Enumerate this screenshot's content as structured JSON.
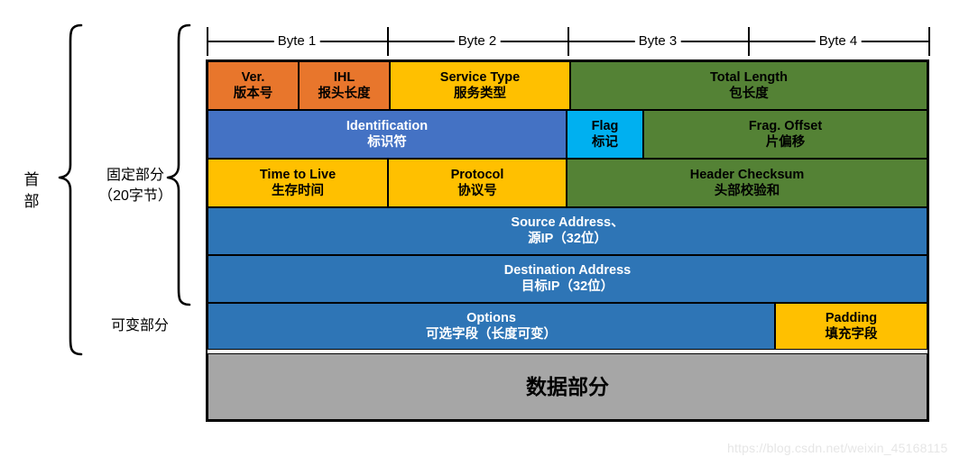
{
  "diagram": {
    "title_labels": {
      "header": "首\n部",
      "fixed_part": "固定部分\n（20字节）",
      "variable_part": "可变部分"
    },
    "ruler": {
      "segments": [
        {
          "label": "Byte 1"
        },
        {
          "label": "Byte 2"
        },
        {
          "label": "Byte 3"
        },
        {
          "label": "Byte 4"
        }
      ]
    },
    "colors": {
      "orange": "#E8762C",
      "yellow": "#FFC000",
      "green": "#548235",
      "blue_light": "#4472C4",
      "blue_dark": "#2E75B6",
      "cyan": "#00B0F0",
      "gray": "#A6A6A6",
      "border": "#000000",
      "watermark": "#E6E6E6"
    },
    "rows": [
      {
        "name": "row-1",
        "cells": [
          {
            "en": "Ver.",
            "cn": "版本号",
            "color": "#E8762C",
            "text": "dark"
          },
          {
            "en": "IHL",
            "cn": "报头长度",
            "color": "#E8762C",
            "text": "dark"
          },
          {
            "en": "Service Type",
            "cn": "服务类型",
            "color": "#FFC000",
            "text": "dark"
          },
          {
            "en": "Total Length",
            "cn": "包长度",
            "color": "#548235",
            "text": "dark"
          }
        ]
      },
      {
        "name": "row-2",
        "cells": [
          {
            "en": "Identification",
            "cn": "标识符",
            "color": "#4472C4",
            "text": "light"
          },
          {
            "en": "Flag",
            "cn": "标记",
            "color": "#00B0F0",
            "text": "dark"
          },
          {
            "en": "Frag. Offset",
            "cn": "片偏移",
            "color": "#548235",
            "text": "dark"
          }
        ]
      },
      {
        "name": "row-3",
        "cells": [
          {
            "en": "Time to Live",
            "cn": "生存时间",
            "color": "#FFC000",
            "text": "dark"
          },
          {
            "en": "Protocol",
            "cn": "协议号",
            "color": "#FFC000",
            "text": "dark"
          },
          {
            "en": "Header Checksum",
            "cn": "头部校验和",
            "color": "#548235",
            "text": "dark"
          }
        ]
      },
      {
        "name": "row-4",
        "cells": [
          {
            "en": "Source Address、",
            "cn": "源IP（32位）",
            "color": "#2E75B6",
            "text": "light"
          }
        ]
      },
      {
        "name": "row-5",
        "cells": [
          {
            "en": "Destination Address",
            "cn": "目标IP（32位）",
            "color": "#2E75B6",
            "text": "light"
          }
        ]
      },
      {
        "name": "row-6",
        "cells": [
          {
            "en": "Options",
            "cn": "可选字段（长度可变）",
            "color": "#2E75B6",
            "text": "light"
          },
          {
            "en": "Padding",
            "cn": "填充字段",
            "color": "#FFC000",
            "text": "dark"
          }
        ]
      },
      {
        "name": "row-7",
        "cells": [
          {
            "en": "",
            "cn": "数据部分",
            "color": "#A6A6A6",
            "text": "dark"
          }
        ]
      }
    ],
    "watermark": "https://blog.csdn.net/weixin_45168115"
  }
}
